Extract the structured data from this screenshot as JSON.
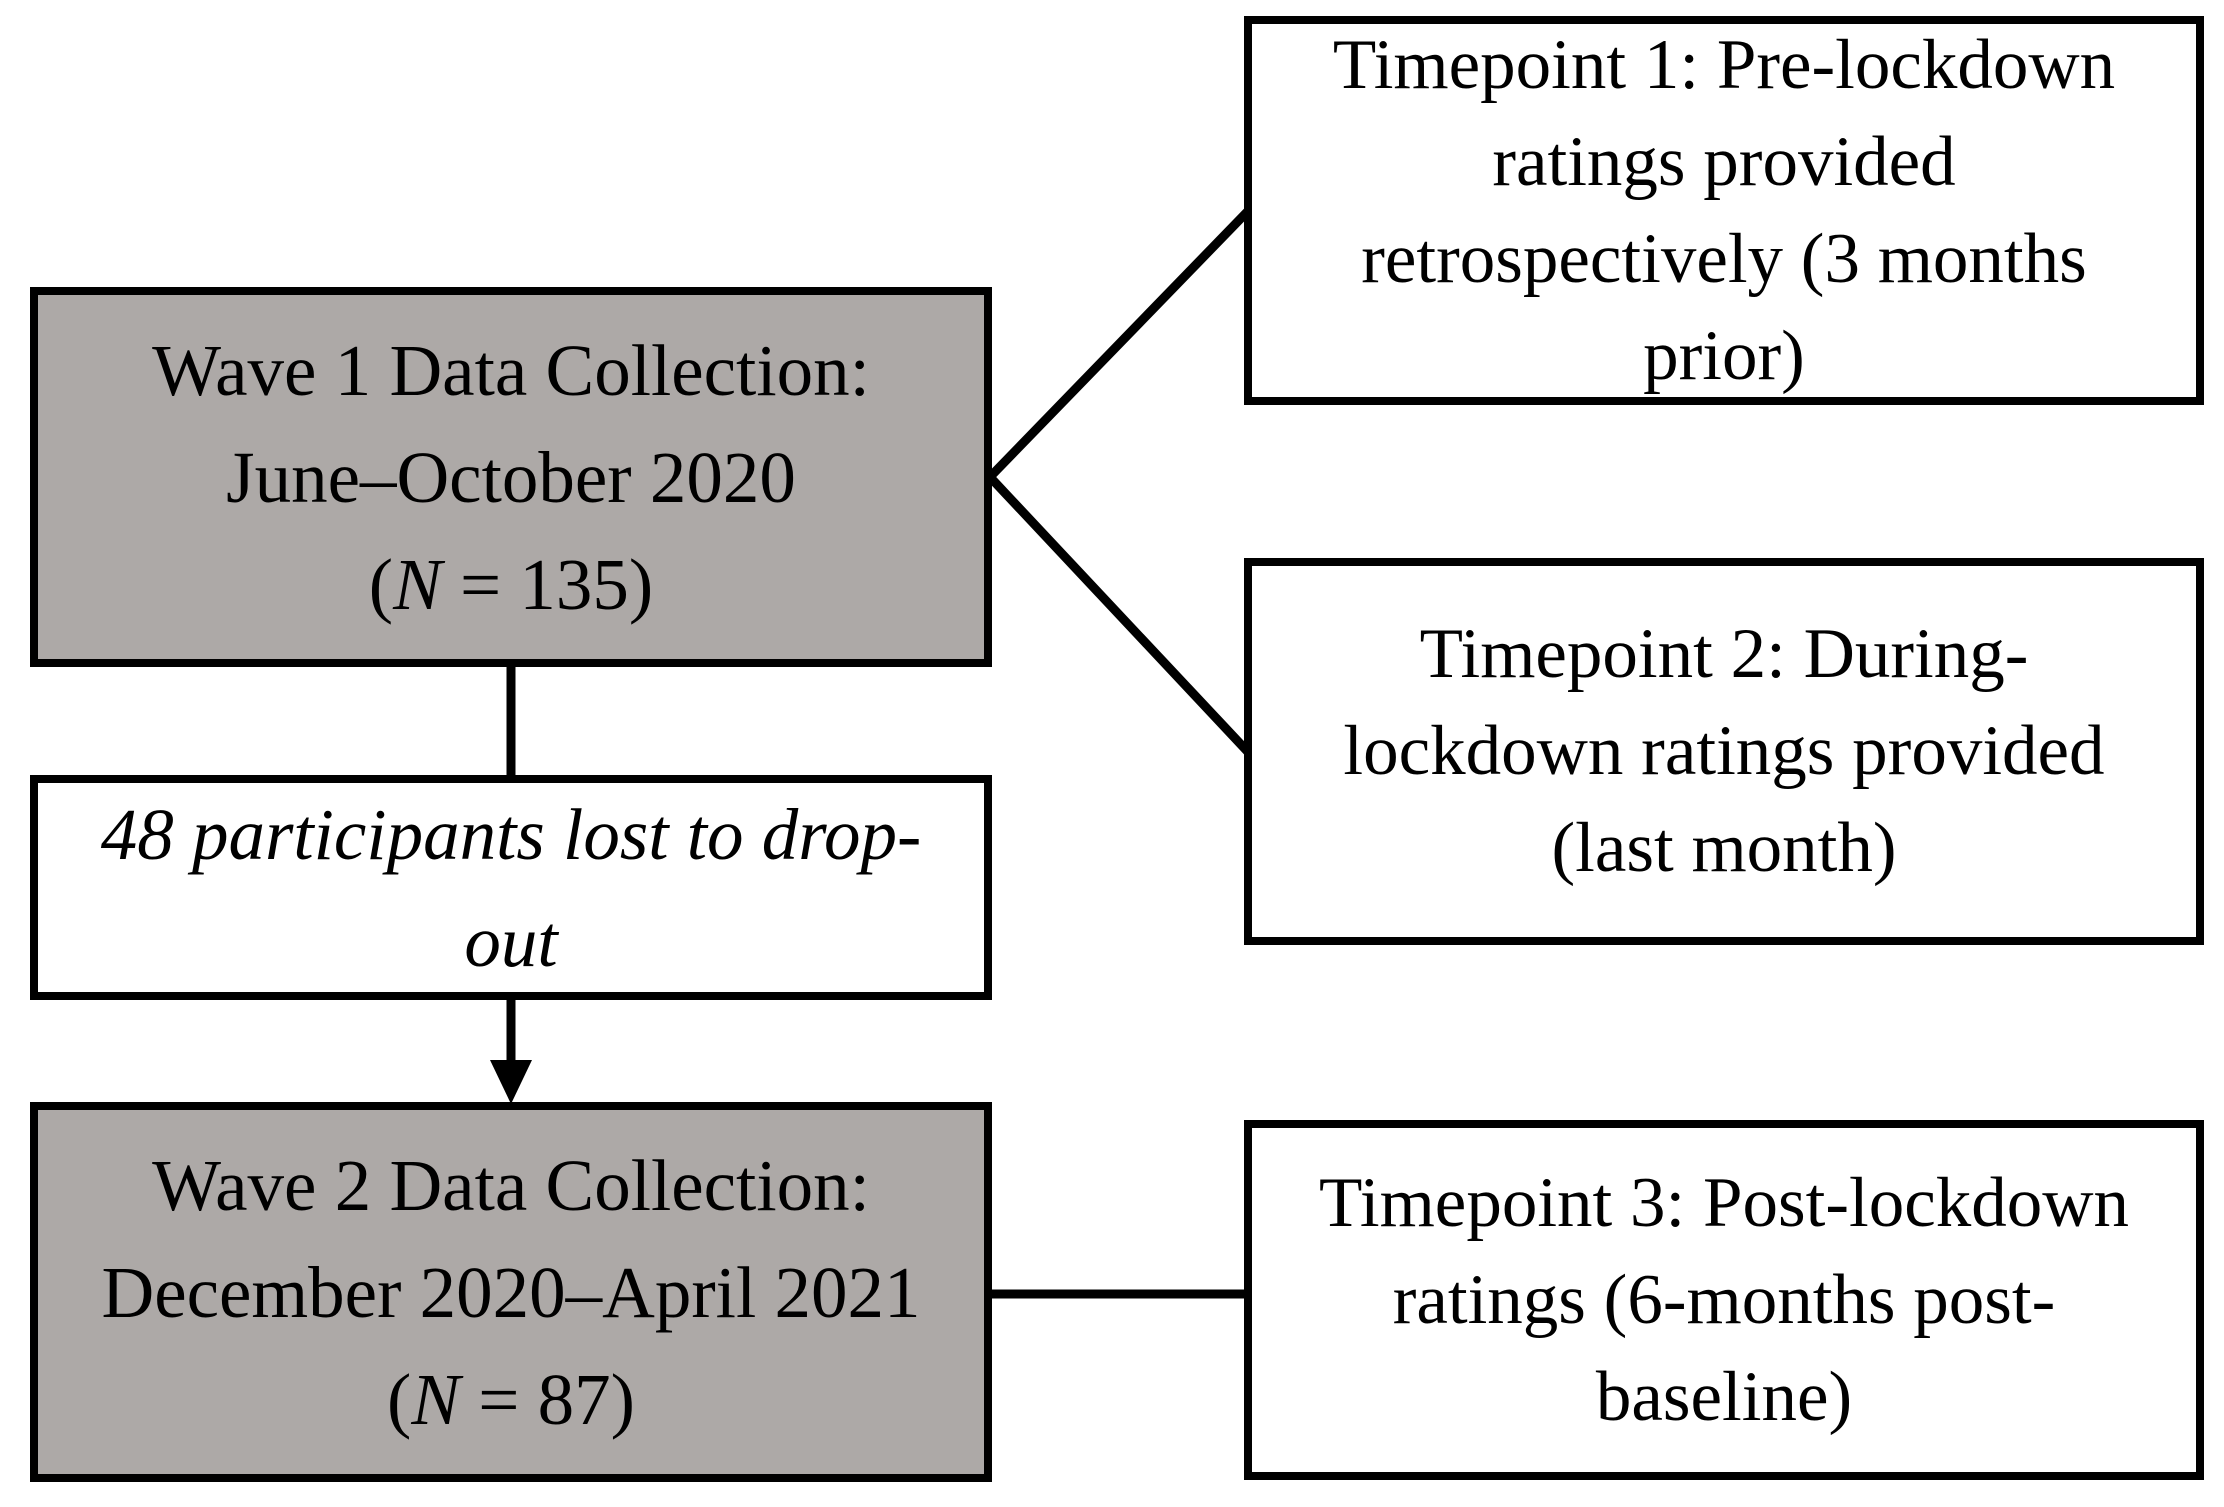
{
  "figure": {
    "type": "flowchart",
    "colors": {
      "wave_box_fill": "#ADA9A7",
      "timepoint_box_fill": "#FFFFFF",
      "stroke": "#000000",
      "background": "#FFFFFF",
      "text": "#000000"
    }
  },
  "nodes": {
    "wave1": {
      "fill": "gray",
      "lines": [
        [
          {
            "text": "Wave 1 Data Collection:"
          }
        ],
        [
          {
            "text": "June–October 2020"
          }
        ],
        [
          {
            "text": "("
          },
          {
            "text": "N",
            "italic": true
          },
          {
            "text": " = 135)"
          }
        ]
      ]
    },
    "dropout": {
      "fill": "white",
      "lines": [
        [
          {
            "text": "48 participants lost to drop-",
            "italic": true
          }
        ],
        [
          {
            "text": "out",
            "italic": true
          }
        ]
      ]
    },
    "wave2": {
      "fill": "gray",
      "lines": [
        [
          {
            "text": "Wave 2 Data Collection:"
          }
        ],
        [
          {
            "text": "December 2020–April 2021"
          }
        ],
        [
          {
            "text": "("
          },
          {
            "text": "N",
            "italic": true
          },
          {
            "text": " = 87)"
          }
        ]
      ]
    },
    "tp1": {
      "fill": "white",
      "lines": [
        [
          {
            "text": "Timepoint 1: Pre-lockdown"
          }
        ],
        [
          {
            "text": "ratings provided"
          }
        ],
        [
          {
            "text": "retrospectively (3 months"
          }
        ],
        [
          {
            "text": "prior)"
          }
        ]
      ]
    },
    "tp2": {
      "fill": "white",
      "lines": [
        [
          {
            "text": "Timepoint 2: During-"
          }
        ],
        [
          {
            "text": "lockdown ratings provided"
          }
        ],
        [
          {
            "text": "(last month)"
          }
        ]
      ]
    },
    "tp3": {
      "fill": "white",
      "lines": [
        [
          {
            "text": "Timepoint 3: Post-lockdown"
          }
        ],
        [
          {
            "text": "ratings (6-months post-"
          }
        ],
        [
          {
            "text": "baseline)"
          }
        ]
      ]
    }
  },
  "edges": [
    {
      "from": "wave1",
      "to": "tp1",
      "style": "plain-line"
    },
    {
      "from": "wave1",
      "to": "tp2",
      "style": "plain-line"
    },
    {
      "from": "wave1",
      "to": "dropout",
      "style": "plain-line"
    },
    {
      "from": "dropout",
      "to": "wave2",
      "style": "arrow"
    },
    {
      "from": "wave2",
      "to": "tp3",
      "style": "plain-line"
    }
  ]
}
